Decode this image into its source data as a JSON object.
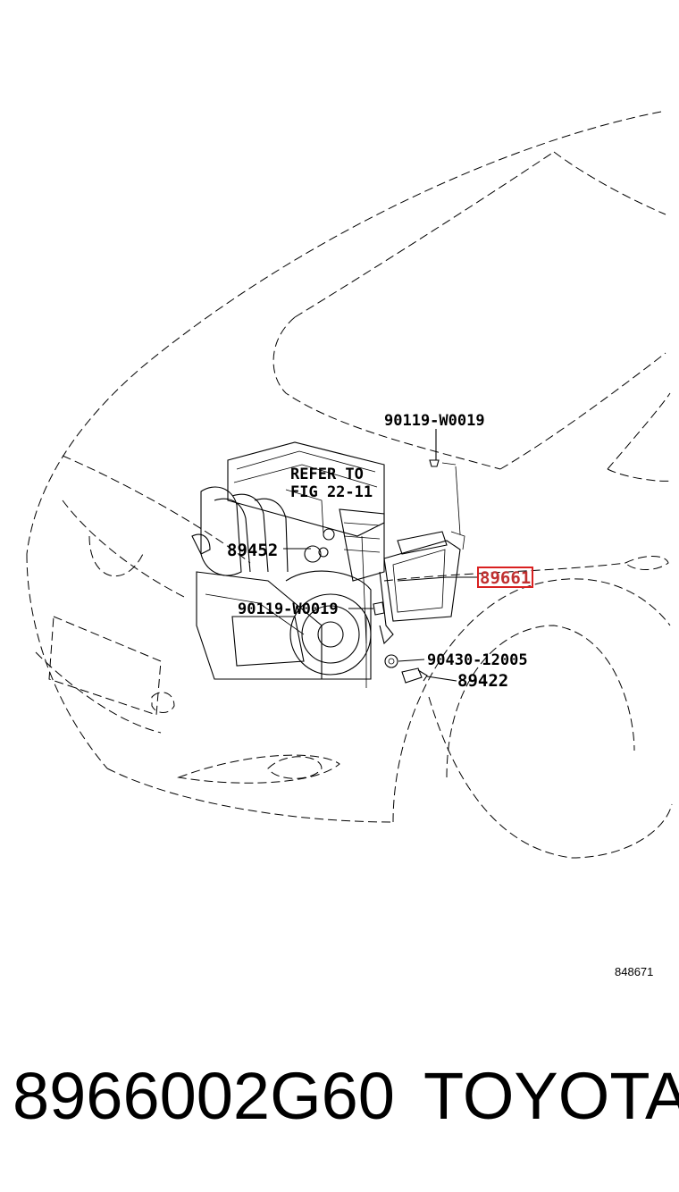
{
  "diagram": {
    "callouts": {
      "bolt_upper": "90119-W0019",
      "refer_line1": "REFER TO",
      "refer_line2": "FIG 22-11",
      "sensor_left": "89452",
      "ecu": "89661",
      "bolt_lower": "90119-W0019",
      "gasket": "90430-12005",
      "switch": "89422"
    },
    "highlighted_callout": "89661",
    "highlight_color": "#d92020",
    "figure_number": "848671"
  },
  "footer": {
    "part_number": "8966002G60",
    "brand": "TOYOTA"
  }
}
